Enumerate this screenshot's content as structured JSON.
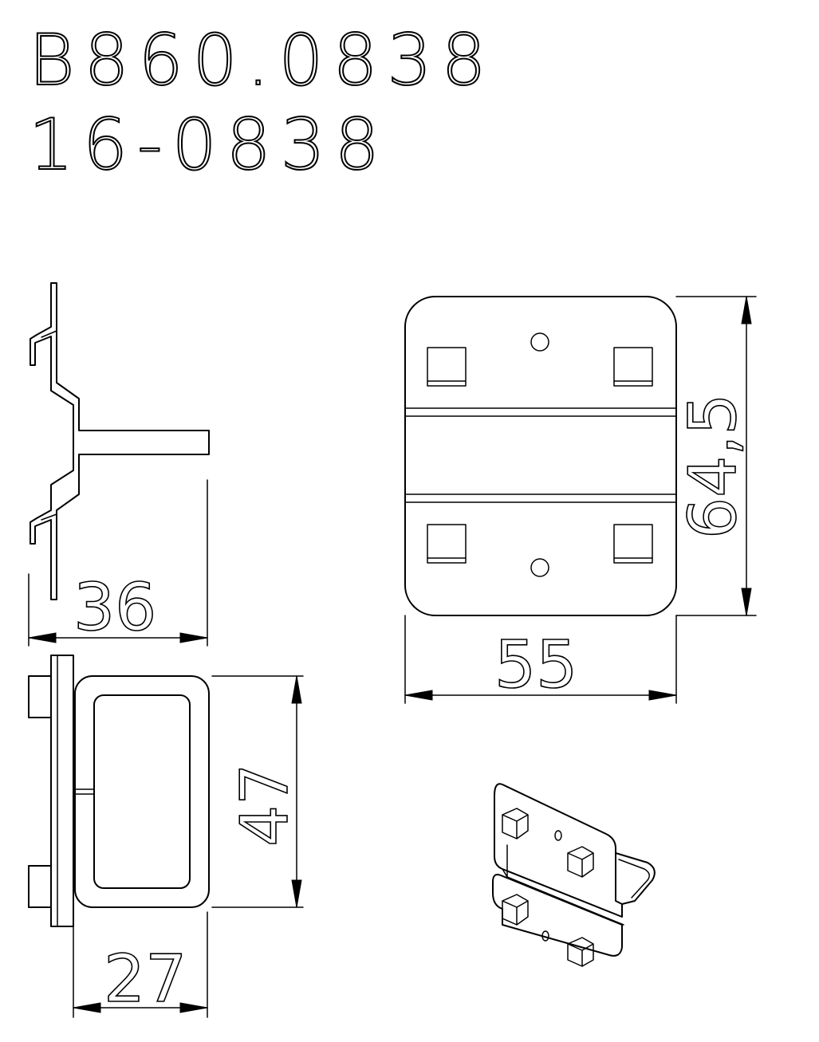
{
  "title": {
    "line1": "B860.0838",
    "line2": "16-0838"
  },
  "dimensions": {
    "side_width": "36",
    "bottom_width": "27",
    "bottom_height": "47",
    "front_width": "55",
    "front_height": "64,5"
  },
  "colors": {
    "line": "#000000",
    "background": "#ffffff"
  }
}
